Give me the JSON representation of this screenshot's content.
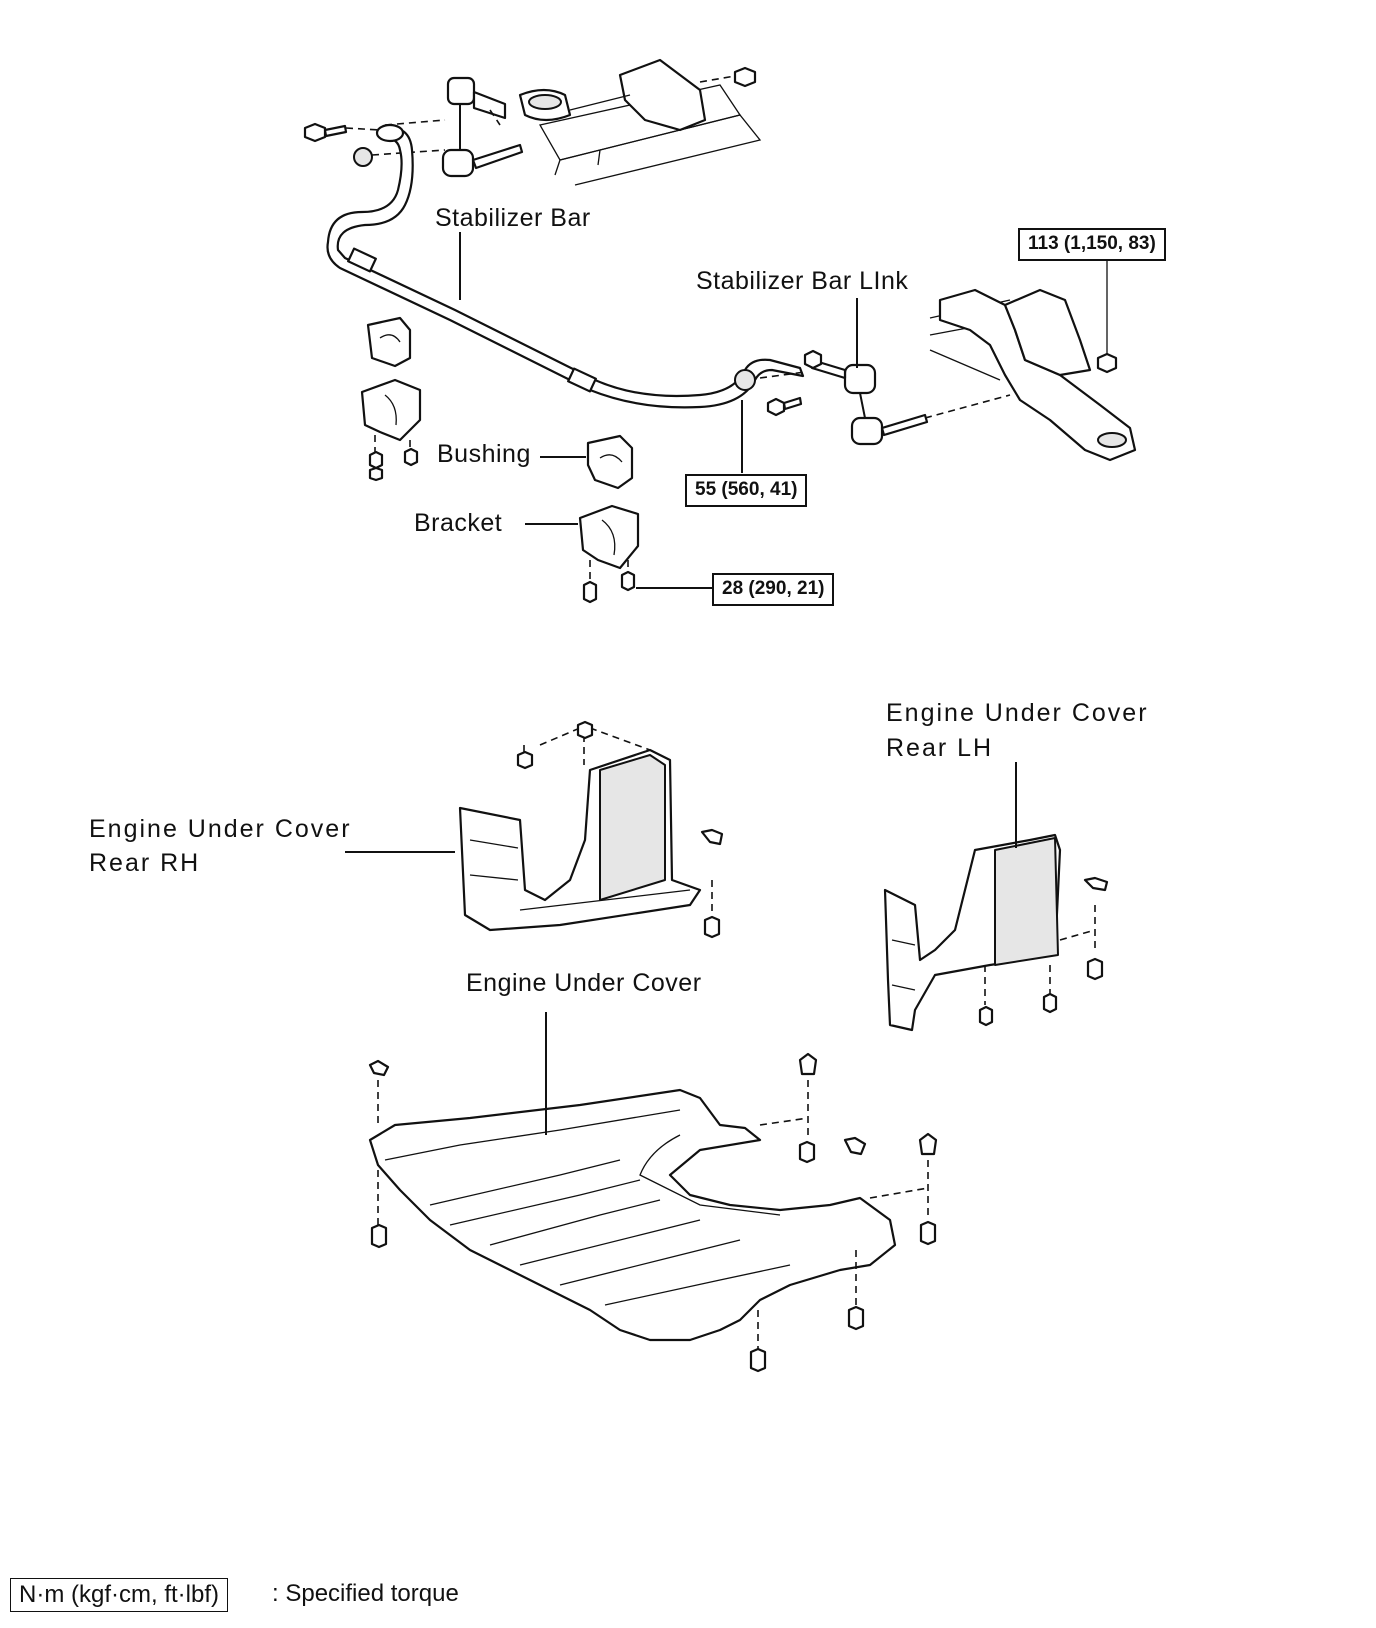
{
  "labels": {
    "stabilizer_bar": "Stabilizer Bar",
    "stabilizer_bar_link": "Stabilizer Bar LInk",
    "bushing": "Bushing",
    "bracket": "Bracket",
    "engine_under_cover_rear_rh_line1": "Engine Under Cover",
    "engine_under_cover_rear_rh_line2": "Rear RH",
    "engine_under_cover_rear_lh_line1": "Engine Under Cover",
    "engine_under_cover_rear_lh_line2": "Rear LH",
    "engine_under_cover": "Engine Under Cover"
  },
  "torques": {
    "t113": "113 (1,150, 83)",
    "t55": "55 (560, 41)",
    "t28": "28 (290, 21)"
  },
  "legend": {
    "box": "N·m (kgf·cm, ft·lbf)",
    "text": ": Specified torque"
  }
}
